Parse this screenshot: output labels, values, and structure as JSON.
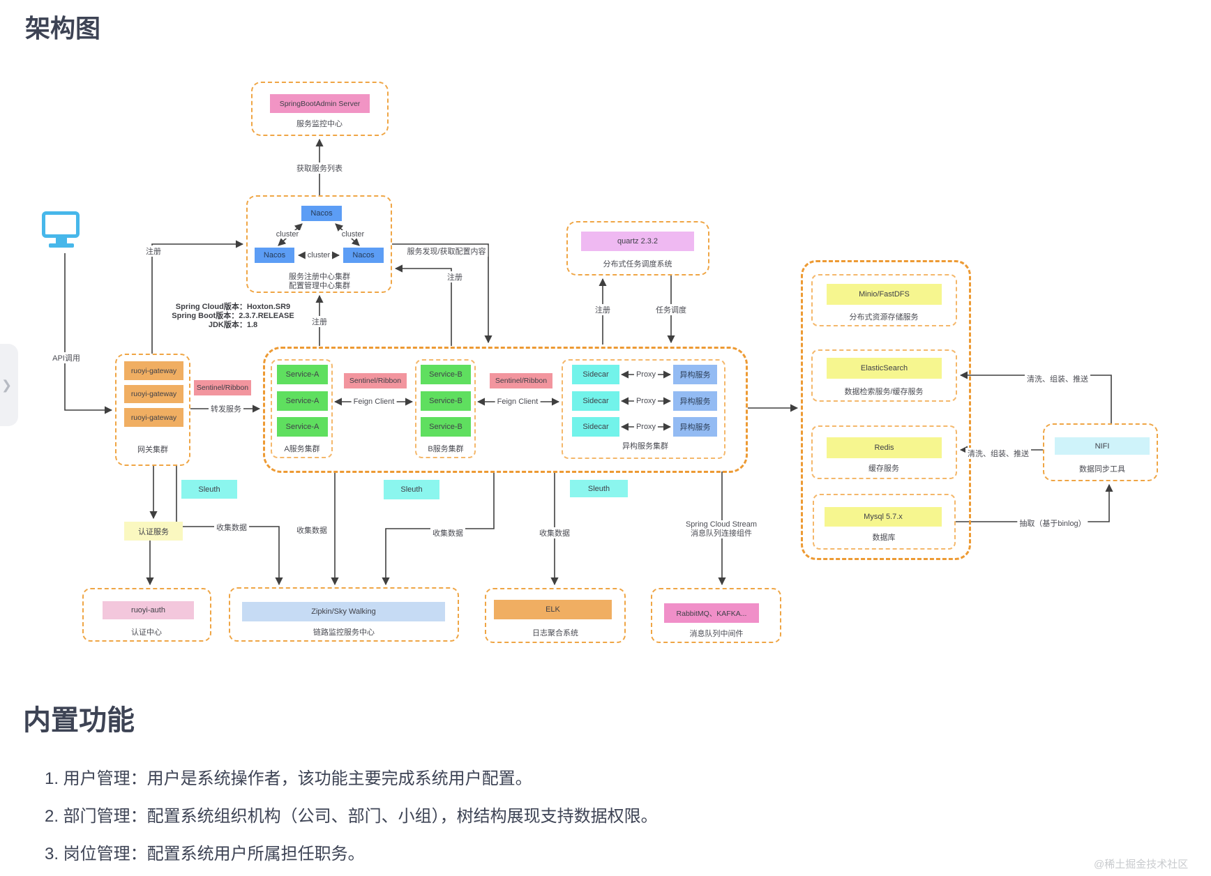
{
  "title": "架构图",
  "watermark": "@稀土掘金技术社区",
  "icons": {
    "chevron_right": "❯"
  },
  "section": {
    "title": "内置功能",
    "items": [
      "1. 用户管理：用户是系统操作者，该功能主要完成系统用户配置。",
      "2. 部门管理：配置系统组织机构（公司、部门、小组），树结构展现支持数据权限。",
      "3. 岗位管理：配置系统用户所属担任职务。"
    ]
  },
  "versions": {
    "line1": "Spring Cloud版本：Hoxton.SR9",
    "line2": "Spring Boot版本：2.3.7.RELEASE",
    "line3": "JDK版本：1.8"
  },
  "nodes": {
    "monitor_center": {
      "label": "SpringBootAdmin Server",
      "caption": "服务监控中心"
    },
    "nacos": {
      "item": "Nacos",
      "caption1": "服务注册中心集群",
      "caption2": "配置管理中心集群"
    },
    "quartz": {
      "label": "quartz 2.3.2",
      "caption": "分布式任务调度系统"
    },
    "gateway": {
      "item": "ruoyi-gateway",
      "caption": "网关集群"
    },
    "sentinel": "Sentinel/Ribbon",
    "service_a": {
      "item": "Service-A",
      "caption": "A服务集群"
    },
    "service_b": {
      "item": "Service-B",
      "caption": "B服务集群"
    },
    "hetero": {
      "sidecar": "Sidecar",
      "service": "异构服务",
      "caption": "异构服务集群"
    },
    "minio": {
      "label": "Minio/FastDFS",
      "caption": "分布式资源存储服务"
    },
    "es": {
      "label": "ElasticSearch",
      "caption": "数据检索服务/缓存服务"
    },
    "redis": {
      "label": "Redis",
      "caption": "缓存服务"
    },
    "mysql": {
      "label": "Mysql 5.7.x",
      "caption": "数据库"
    },
    "nifi": {
      "label": "NIFI",
      "caption": "数据同步工具"
    },
    "sleuth": "Sleuth",
    "auth_service": "认证服务",
    "auth": {
      "label": "ruoyi-auth",
      "caption": "认证中心"
    },
    "zipkin": {
      "label": "Zipkin/Sky Walking",
      "caption": "链路监控服务中心"
    },
    "elk": {
      "label": "ELK",
      "caption": "日志聚合系统"
    },
    "mq": {
      "label": "RabbitMQ、KAFKA...",
      "caption": "消息队列中间件"
    }
  },
  "edges": {
    "get_service_list": "获取服务列表",
    "register": "注册",
    "cluster": "cluster",
    "service_discovery": "服务发现/获取配置内容",
    "task_schedule": "任务调度",
    "api_call": "API调用",
    "forward": "转发服务",
    "feign": "Feign Client",
    "proxy": "Proxy",
    "clean_push": "清洗、组装、推送",
    "extract": "抽取（基于binlog）",
    "collect": "收集数据",
    "stream1": "Spring Cloud Stream",
    "stream2": "消息队列连接组件"
  },
  "colors": {
    "dash_orange": "#ED9A33",
    "arrow": "#3F3F3F",
    "springboot_pink": "#F194C4",
    "sentinel_salmon": "#F2959E",
    "nacos_blue": "#5C9DF5",
    "service_green": "#5FDF5F",
    "sidecar_cyan": "#72F3EA",
    "hetero_blue": "#93BBF3",
    "storage_yellow": "#F6F68F",
    "quartz_violet": "#EFB9F2",
    "gateway_orange": "#F0AE62",
    "mq_pink": "#F08FC8",
    "nifi_cyan": "#CFF3FA",
    "zipkin_blue": "#C6DBF4",
    "auth_pink": "#F3C7DC",
    "monitor_blue": "#47B7EA"
  }
}
